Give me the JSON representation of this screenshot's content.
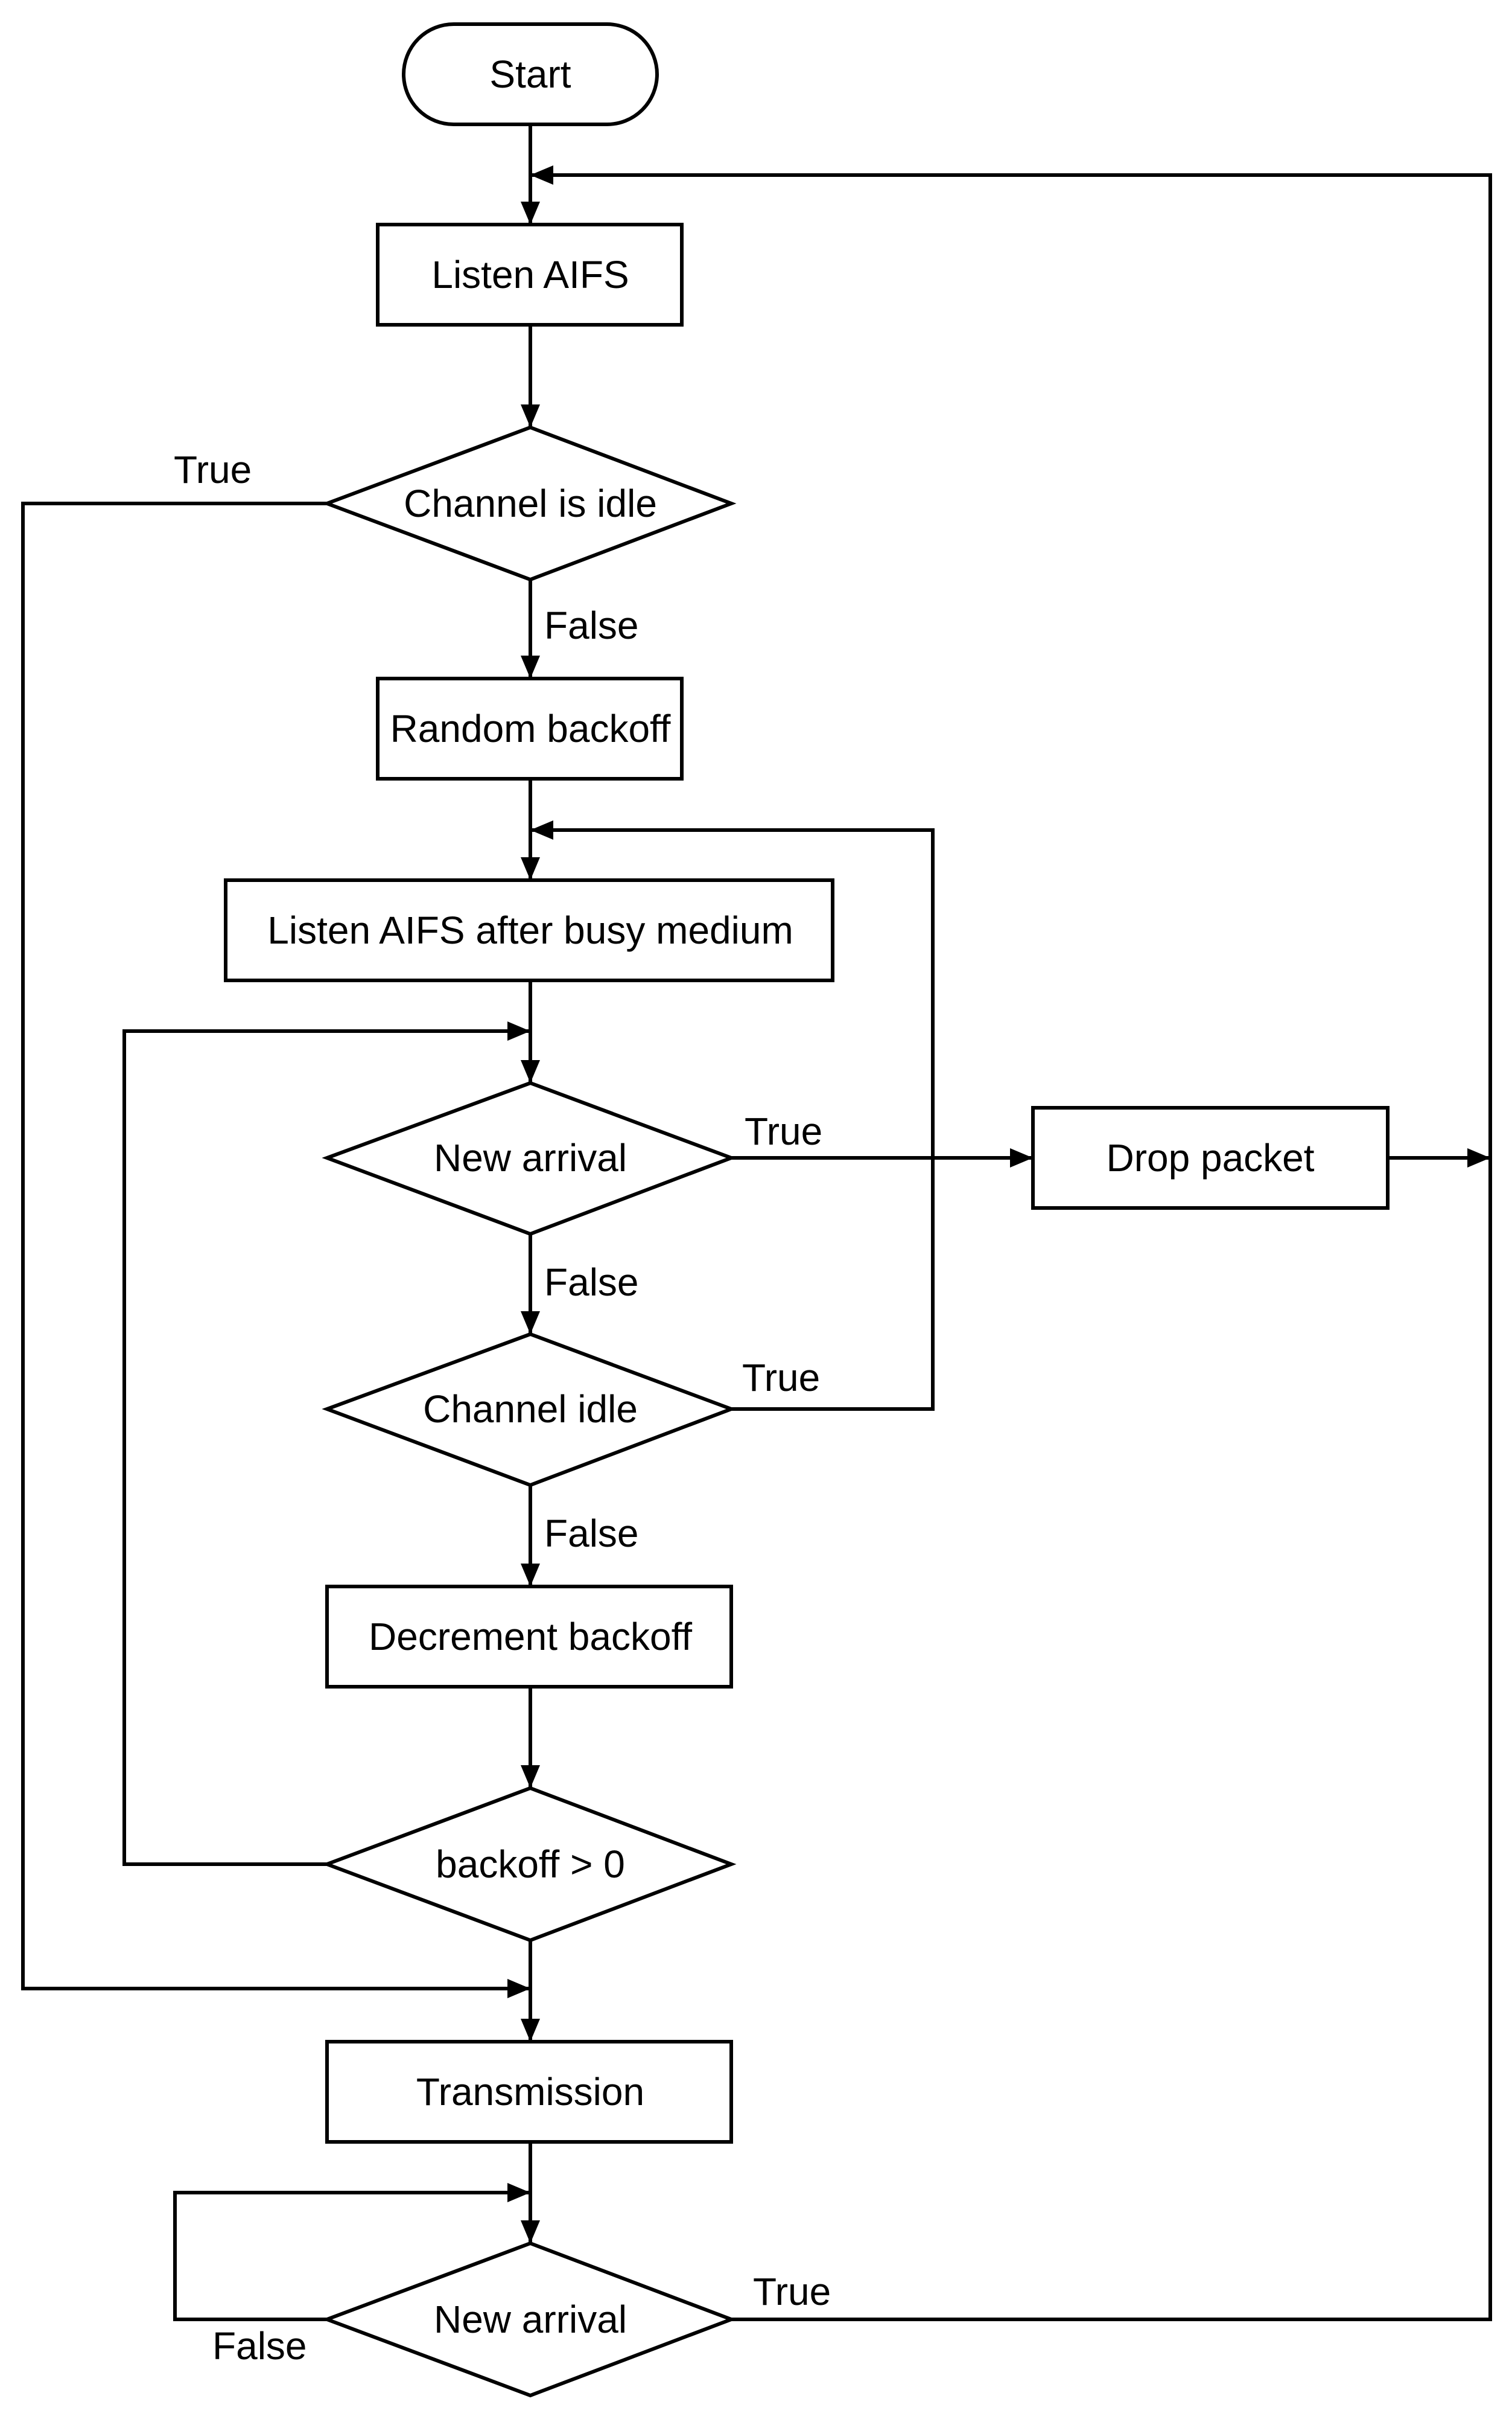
{
  "nodes": {
    "start": "Start",
    "listen_aifs": "Listen AIFS",
    "channel_is_idle": "Channel is idle",
    "random_backoff": "Random backoff",
    "listen_aifs_busy": "Listen AIFS after busy medium",
    "new_arrival_1": "New arrival",
    "drop_packet": "Drop packet",
    "channel_idle": "Channel idle",
    "decrement_backoff": "Decrement backoff",
    "backoff_gt_0": "backoff > 0",
    "transmission": "Transmission",
    "new_arrival_2": "New arrival"
  },
  "edge_labels": {
    "channel_is_idle_true": "True",
    "channel_is_idle_false": "False",
    "new_arrival_1_true": "True",
    "new_arrival_1_false": "False",
    "channel_idle_true": "True",
    "channel_idle_false": "False",
    "new_arrival_2_true": "True",
    "new_arrival_2_false": "False"
  },
  "colors": {
    "stroke": "#000000",
    "background": "#ffffff"
  }
}
